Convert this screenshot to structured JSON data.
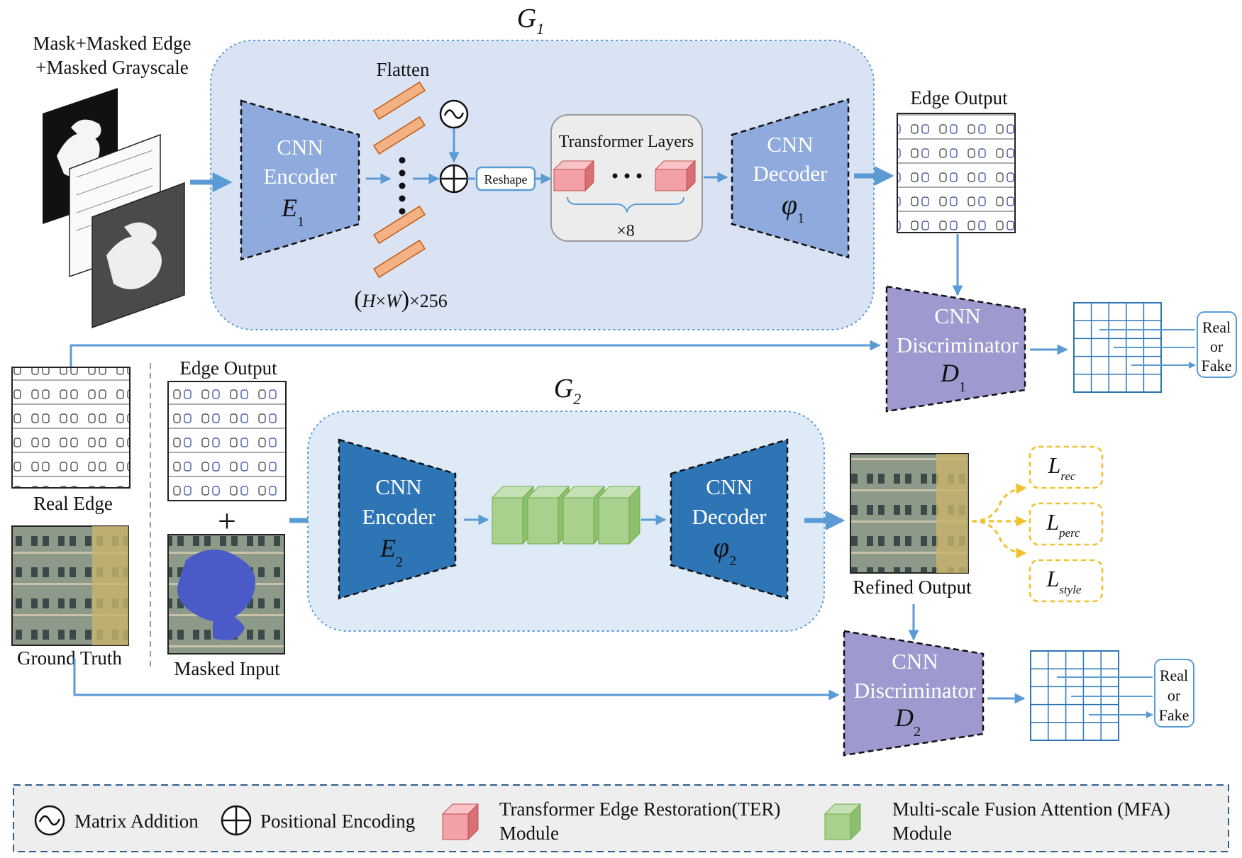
{
  "inputs": {
    "g1_input_label_line1": "Mask+Masked Edge",
    "g1_input_label_line2": "+Masked Grayscale",
    "real_edge": "Real Edge",
    "ground_truth": "Ground Truth",
    "edge_output_in": "Edge Output",
    "masked_input": "Masked Input"
  },
  "g1": {
    "title": "G",
    "title_sub": "1",
    "flatten": "Flatten",
    "encoder_line1": "CNN",
    "encoder_line2": "Encoder",
    "encoder_sym": "E",
    "encoder_sub": "1",
    "reshape": "Reshape",
    "transformer": "Transformer Layers",
    "times": "×8",
    "dims_H": "H",
    "dims_x": "×",
    "dims_W": "W",
    "dims_rest": "×256",
    "decoder_line1": "CNN",
    "decoder_line2": "Decoder",
    "decoder_sym": "φ",
    "decoder_sub": "1",
    "edge_output": "Edge Output"
  },
  "d1": {
    "line1": "CNN",
    "line2": "Discriminator",
    "sym": "D",
    "sub": "1",
    "real": "Real",
    "or": "or",
    "fake": "Fake"
  },
  "g2": {
    "title": "G",
    "title_sub": "2",
    "encoder_line1": "CNN",
    "encoder_line2": "Encoder",
    "encoder_sym": "E",
    "encoder_sub": "2",
    "decoder_line1": "CNN",
    "decoder_line2": "Decoder",
    "decoder_sym": "φ",
    "decoder_sub": "2",
    "refined_output": "Refined Output",
    "plus": "+"
  },
  "losses": {
    "rec_sym": "L",
    "rec_sub": "rec",
    "perc_sym": "L",
    "perc_sub": "perc",
    "style_sym": "L",
    "style_sub": "style"
  },
  "d2": {
    "line1": "CNN",
    "line2": "Discriminator",
    "sym": "D",
    "sub": "2",
    "real": "Real",
    "or": "or",
    "fake": "Fake"
  },
  "legend": {
    "matrix_addition": "Matrix Addition",
    "positional_encoding": "Positional Encoding",
    "ter_line1": "Transformer Edge Restoration(TER)",
    "ter_line2": "Module",
    "mfa_line1": "Multi-scale Fusion Attention (MFA)",
    "mfa_line2": "Module"
  },
  "colors": {
    "arrow": "#5b9bd5",
    "g1_panel": "#dae3f3",
    "g2_panel": "#deebf7",
    "encoder1": "#8faadc",
    "encoder2": "#2e75b6",
    "discriminator": "#9e9ad0",
    "ter_block": "#f4a0a8",
    "mfa_block": "#a9d18e",
    "flatten_bar": "#f4b183",
    "loss_border": "#f2c12e",
    "grid": "#2e75b6"
  }
}
